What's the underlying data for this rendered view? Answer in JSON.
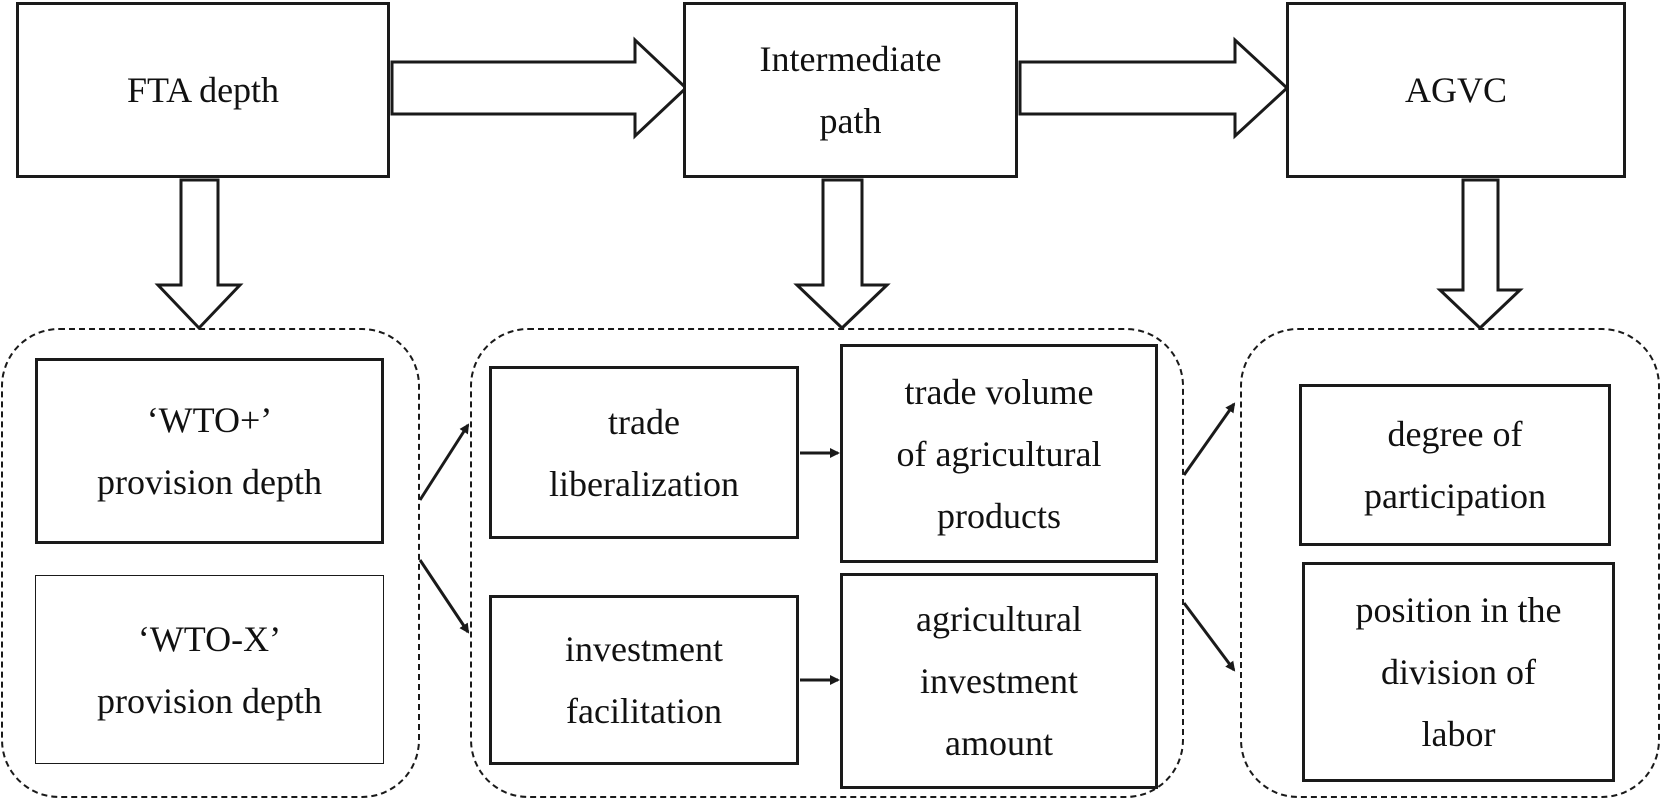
{
  "top_row": {
    "fta_depth": "FTA depth",
    "intermediate_path": "Intermediate\npath",
    "agvc": "AGVC"
  },
  "fta_group": {
    "wto_plus": "‘WTO+’\nprovision depth",
    "wto_x": "‘WTO-X’\nprovision depth"
  },
  "path_group": {
    "trade_liberalization": "trade\nliberalization",
    "trade_volume": "trade volume\nof agricultural\nproducts",
    "investment_facilitation": "investment\nfacilitation",
    "investment_amount": "agricultural\ninvestment\namount"
  },
  "agvc_group": {
    "participation": "degree of\nparticipation",
    "division_position": "position in the\ndivision of\nlabor"
  },
  "colors": {
    "stroke": "#1a1a1a",
    "background": "#ffffff"
  }
}
